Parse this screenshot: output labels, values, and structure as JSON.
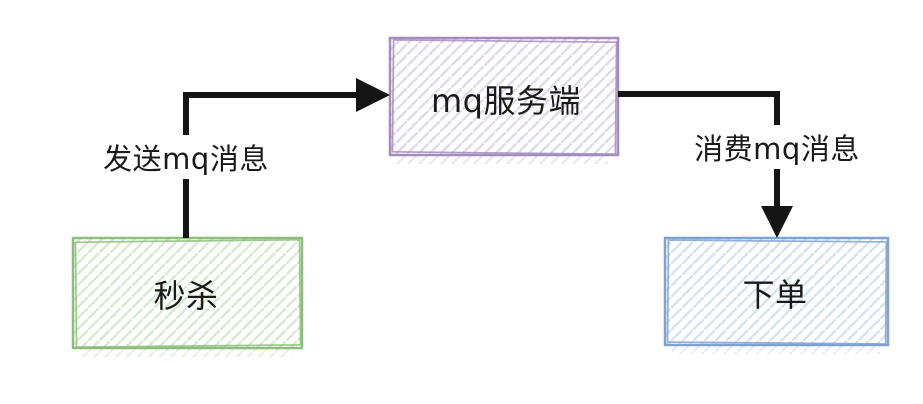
{
  "diagram": {
    "background": "#ffffff",
    "arrow_color": "#151515",
    "text_color": "#1a1a1a",
    "nodes": [
      {
        "id": "seckill",
        "label": "秒杀",
        "border_color": "#8dbe7e",
        "hatch_color": "#d7ebcf"
      },
      {
        "id": "mq_server",
        "label": "mq服务端",
        "border_color": "#a48cc0",
        "hatch_color": "#e2d9ee"
      },
      {
        "id": "place_order",
        "label": "下单",
        "border_color": "#80a2d1",
        "hatch_color": "#d7e3f4"
      }
    ],
    "edges": [
      {
        "from": "seckill",
        "to": "mq_server",
        "label": "发送mq消息"
      },
      {
        "from": "mq_server",
        "to": "place_order",
        "label": "消费mq消息"
      }
    ]
  }
}
